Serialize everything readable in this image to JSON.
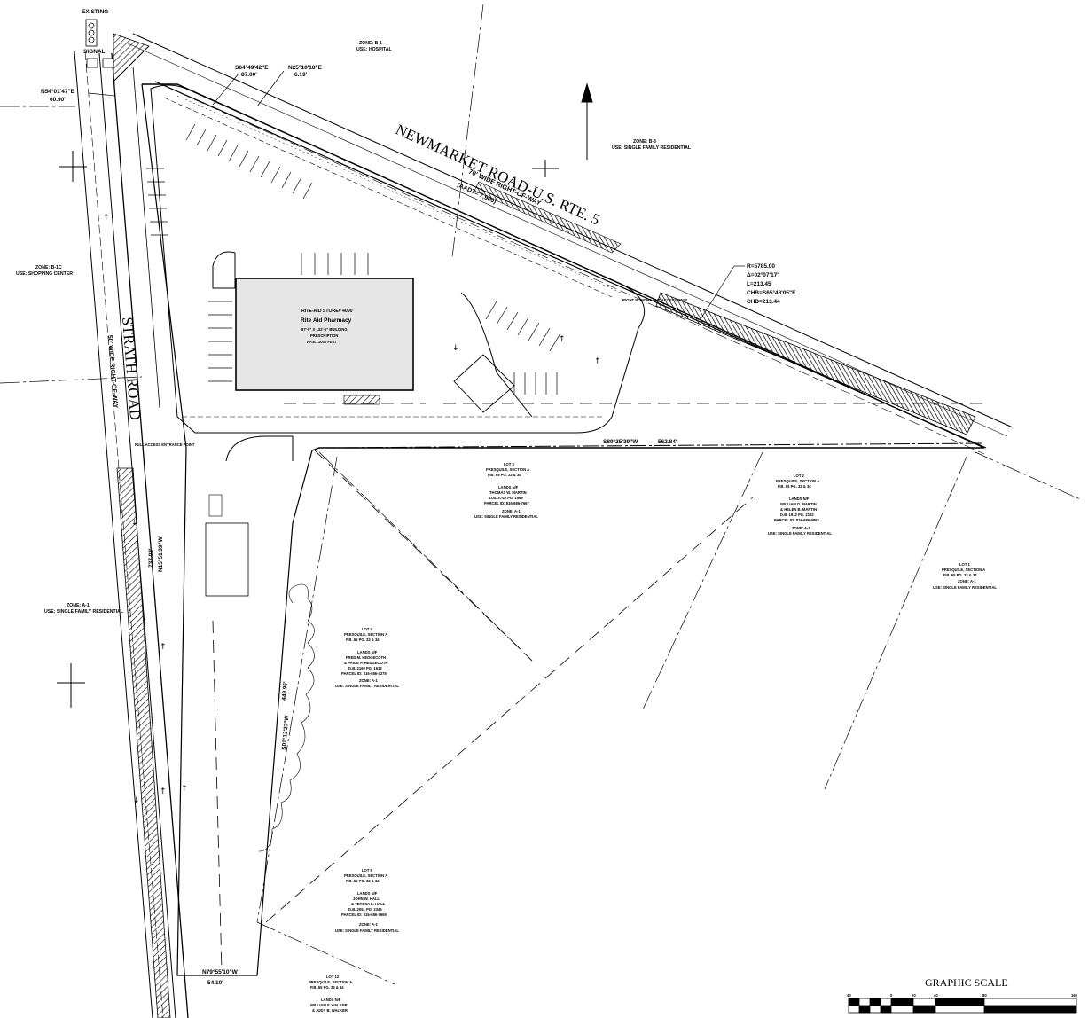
{
  "roads": {
    "newmarket_name": "NEWMARKET ROAD-U.S. RTE. 5",
    "newmarket_row": "70' WIDE RIGHT-OF-WAY",
    "newmarket_aadt": "(AADT= 7,900)",
    "strath_name": "STRATH ROAD",
    "strath_row": "50' WIDE RIGHT-OF-WAY"
  },
  "signal": {
    "existing": "EXISTING",
    "signal": "SIGNAL"
  },
  "zones": {
    "north": {
      "zone": "ZONE: B-1",
      "use": "USE: HOSPITAL"
    },
    "northeast": {
      "zone": "ZONE: B-3",
      "use": "USE: SINGLE FAMILY RESIDENTIAL"
    },
    "west": {
      "zone": "ZONE: B-1C",
      "use": "USE: SHOPPING CENTER"
    },
    "southwest": {
      "zone": "ZONE: A-1",
      "use": "USE: SINGLE FAMILY RESIDENTIAL"
    }
  },
  "bearings": {
    "b1": "S64°49'42\"E",
    "b1_len": "87.00'",
    "b2": "N25°10'18\"E",
    "b2_len": "6.19'",
    "b3": "N54°01'47\"E",
    "b3_len": "60.90'",
    "south_line": "S89°25'39\"W",
    "south_len": "562.84'",
    "east_line": "S01°12'27\"W",
    "east_len": "449.96'",
    "west_line": "N15°51'39\"W",
    "west_len": "737.02'",
    "bottom": "N79°55'10\"W",
    "bottom_len": "54.10'",
    "curve": [
      "R=5785.00",
      "Δ=02°07'17\"",
      "L=213.45",
      "CHB=S65°48'05\"E",
      "CHD=213.44"
    ]
  },
  "building": {
    "line1": "RITE-AID STORE# 4000",
    "line2": "Rite Aid Pharmacy",
    "line3": "87'-0\" X 132'-0\" BUILDING",
    "line4": "PRESCRIPTION",
    "line5": "F.F.E.=1000 FEET"
  },
  "access": {
    "a1": "RIGHT IN RIGHT OUT ACCESS ONLY",
    "a2": "FULL ACCESS ENTRANCE POINT"
  },
  "lots": {
    "lot3": {
      "lot": "LOT 3",
      "section": "PRESQUILE, SECTION A",
      "pb": "P.B. 65 PG. 33 & 34",
      "lands": "LANDS N/F",
      "owner": "THOMAS W. MARTIN",
      "db": "D.B. 2748 PG. 1569",
      "parcel": "PARCEL ID: 816-686-7667",
      "zone": "ZONE: A-1",
      "use": "USE: SINGLE FAMILY RESIDENTIAL"
    },
    "lot2": {
      "lot": "LOT 2",
      "section": "PRESQUILE, SECTION A",
      "pb": "P.B. 65 PG. 33 & 34",
      "lands": "LANDS N/F",
      "owner": "WILLIAM D. MARTIN",
      "owner2": "& HELEN B. MARTIN",
      "db": "D.B. 1912 PG. 2192",
      "parcel": "PARCEL ID: 816-686-9862",
      "zone": "ZONE: A-1",
      "use": "USE: SINGLE FAMILY RESIDENTIAL"
    },
    "lot1": {
      "lot": "LOT 1",
      "section": "PRESQUILE, SECTION A",
      "pb": "P.B. 65 PG. 33 & 34",
      "zone": "ZONE: A-1",
      "use": "USE: SINGLE FAMILY RESIDENTIAL"
    },
    "lot4": {
      "lot": "LOT 4",
      "section": "PRESQUILE, SECTION A",
      "pb": "P.B. 65 PG. 33 & 34",
      "lands": "LANDS N/F",
      "owner": "FRED M. HEDGECOTH",
      "owner2": "& PAIGE P. HEDGECOTH",
      "db": "D.B. 2169 PG. 1612",
      "parcel": "PARCEL ID: 816-686-4275",
      "zone": "ZONE: A-1",
      "use": "USE: SINGLE FAMILY RESIDENTIAL"
    },
    "lot5": {
      "lot": "LOT 5",
      "section": "PRESQUILE, SECTION A",
      "pb": "P.B. 65 PG. 33 & 34",
      "lands": "LANDS N/F",
      "owner": "JOHN W. HALL",
      "owner2": "& TERESA L. HALL",
      "db": "D.B. 2051 PG. 2345",
      "parcel": "PARCEL ID: 816-686-7669",
      "zone": "ZONE: A-1",
      "use": "USE: SINGLE FAMILY RESIDENTIAL"
    },
    "lot12": {
      "lot": "LOT 12",
      "section": "PRESQUILE, SECTION A",
      "pb": "P.B. 65 PG. 33 & 34",
      "lands": "LANDS N/F",
      "owner": "WILLIAM F. WALKER",
      "owner2": "& JUDY B. WALKER"
    }
  },
  "scale": {
    "title": "GRAPHIC SCALE",
    "ticks": [
      "40",
      "0",
      "20",
      "40",
      "80",
      "160"
    ]
  }
}
